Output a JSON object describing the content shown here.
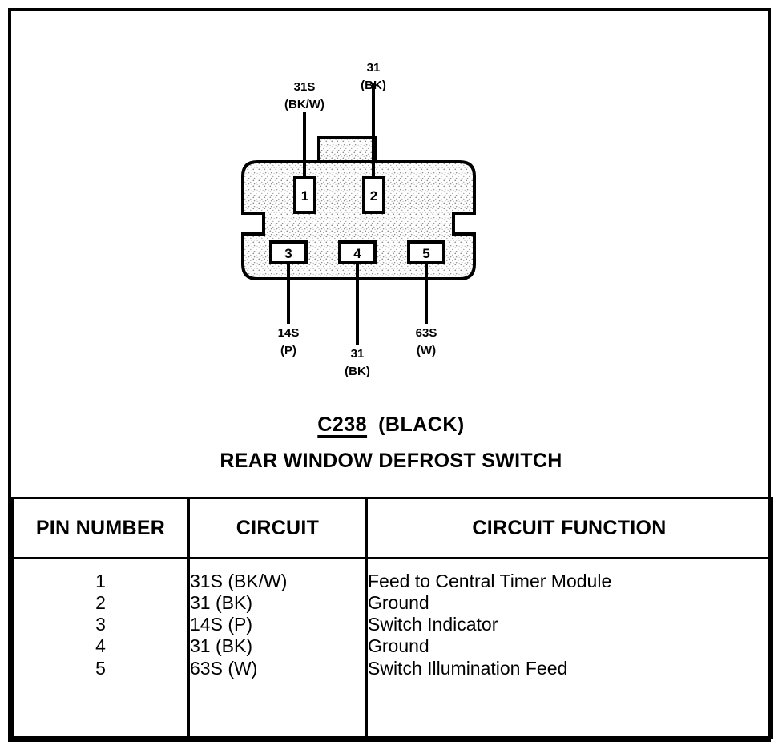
{
  "connector": {
    "code": "C238",
    "color": "(BLACK)",
    "name": "REAR WINDOW DEFROST SWITCH",
    "pins": [
      {
        "number": "1",
        "position": "top-left"
      },
      {
        "number": "2",
        "position": "top-right"
      },
      {
        "number": "3",
        "position": "bottom-left"
      },
      {
        "number": "4",
        "position": "bottom-center"
      },
      {
        "number": "5",
        "position": "bottom-right"
      }
    ],
    "wire_labels": [
      {
        "pin": "1",
        "circuit": "31S",
        "code": "(BK/W)"
      },
      {
        "pin": "2",
        "circuit": "31",
        "code": "(BK)"
      },
      {
        "pin": "3",
        "circuit": "14S",
        "code": "(P)"
      },
      {
        "pin": "4",
        "circuit": "31",
        "code": "(BK)"
      },
      {
        "pin": "5",
        "circuit": "63S",
        "code": "(W)"
      }
    ]
  },
  "table": {
    "headers": [
      "PIN NUMBER",
      "CIRCUIT",
      "CIRCUIT FUNCTION"
    ],
    "rows": [
      {
        "pin": "1",
        "circuit": "31S (BK/W)",
        "function": "Feed to Central Timer Module"
      },
      {
        "pin": "2",
        "circuit": "31 (BK)",
        "function": "Ground"
      },
      {
        "pin": "3",
        "circuit": "14S (P)",
        "function": "Switch Indicator"
      },
      {
        "pin": "4",
        "circuit": "31 (BK)",
        "function": "Ground"
      },
      {
        "pin": "5",
        "circuit": "63S (W)",
        "function": "Switch Illumination Feed"
      }
    ]
  },
  "colors": {
    "line": "#000000",
    "fill": "#d9d9d9",
    "background": "#ffffff"
  }
}
